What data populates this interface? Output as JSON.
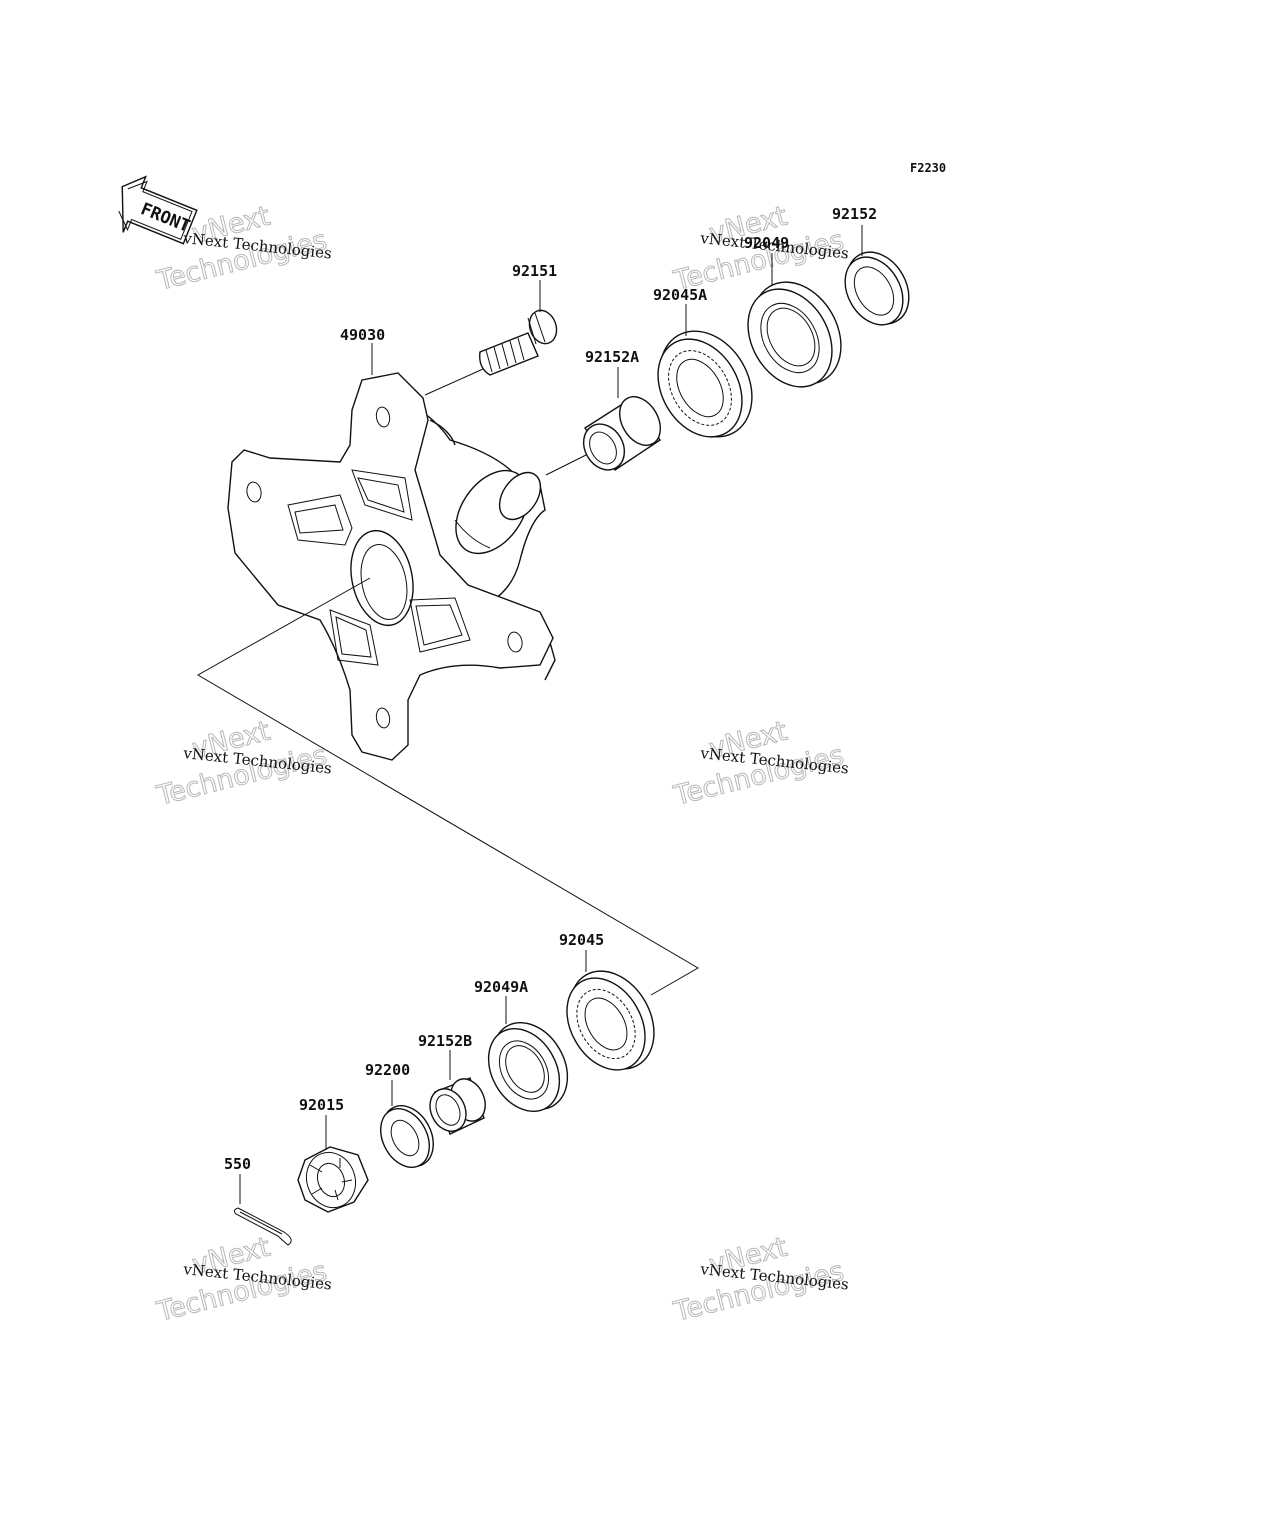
{
  "figure_code": "F2230",
  "front_label": "FRONT",
  "watermark": {
    "line1": "vNext Technologies",
    "line2a": "vNext",
    "line2b": "Technologies"
  },
  "parts": {
    "hub": "49030",
    "stud": "92151",
    "collar_a": "92152A",
    "bearing_a": "92045A",
    "seal": "92049",
    "collar_top": "92152",
    "bearing": "92045",
    "seal_a": "92049A",
    "collar_b": "92152B",
    "washer": "92200",
    "nut": "92015",
    "cotter_pin": "550"
  }
}
